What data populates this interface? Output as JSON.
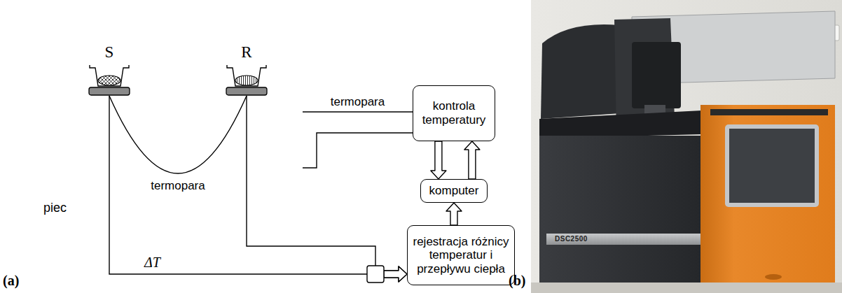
{
  "diagram": {
    "nodes": [
      {
        "text": [
          "piec"
        ]
      },
      {
        "text": [
          "S"
        ],
        "in": 0
      },
      {
        "text": [
          "R"
        ],
        "in": 0
      },
      {
        "text": [
          "kontrola temperatury"
        ]
      },
      {
        "text": [
          "komputer"
        ]
      },
      {
        "text": [
          "rejestracja różnicy temperatur i przepływu ciepła"
        ]
      }
    ],
    "edges": [
      {
        "from": 3,
        "to": 0,
        "arrow": "none",
        "label": "termopara"
      },
      {
        "from": 3,
        "to": 0,
        "arrow": "none"
      },
      {
        "from": 3,
        "to": 4,
        "arrow": "to"
      },
      {
        "from": 4,
        "to": 3,
        "arrow": "to"
      },
      {
        "from": 1,
        "to": 5,
        "arrow": "to",
        "label": "ΔT"
      },
      {
        "from": 2,
        "to": 5,
        "arrow": "to"
      },
      {
        "from": 5,
        "to": 4,
        "arrow": "to"
      },
      {
        "from": 1,
        "to": 2,
        "arrow": "none",
        "label": "termopara"
      }
    ],
    "labels": [
      "(a)",
      "(b)",
      "DSC2500"
    ]
  }
}
